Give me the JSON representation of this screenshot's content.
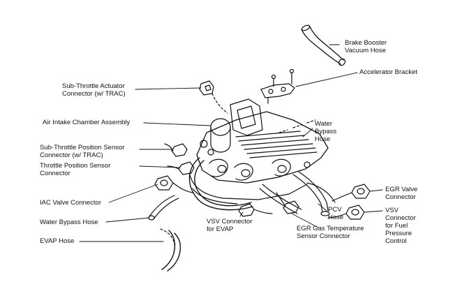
{
  "labels": {
    "brake_booster_hose": "Brake Booster\nVacuum Hose",
    "accelerator_bracket": "Accelerator Bracket",
    "sub_throttle_actuator_connector": "Sub-Throttle Actuator\nConnector (w/ TRAC)",
    "air_intake_chamber": "Air Intake Chamber Assembly",
    "water_bypass_hose_upper": "Water\nBypass\nHose",
    "sub_throttle_position_sensor_connector": "Sub-Throttle Position Sensor\nConnector (w/ TRAC)",
    "throttle_position_sensor_connector": "Throttle Position Sensor\nConnector",
    "iac_valve_connector": "IAC Valve Connector",
    "egr_valve_connector": "EGR Valve\nConnector",
    "water_bypass_hose_lower": "Water Bypass Hose",
    "pcv_hose": "PCV\nHose",
    "vsv_connector_fuel_pressure": "VSV\nConnector\nfor Fuel\nPressure\nControl",
    "vsv_connector_evap": "VSV Connector\nfor EVAP",
    "evap_hose": "EVAP Hose",
    "egr_gas_temp_sensor_connector": "EGR Gas Temperature\nSensor Connector"
  },
  "colors": {
    "ink": "#111111",
    "paper": "#ffffff"
  }
}
